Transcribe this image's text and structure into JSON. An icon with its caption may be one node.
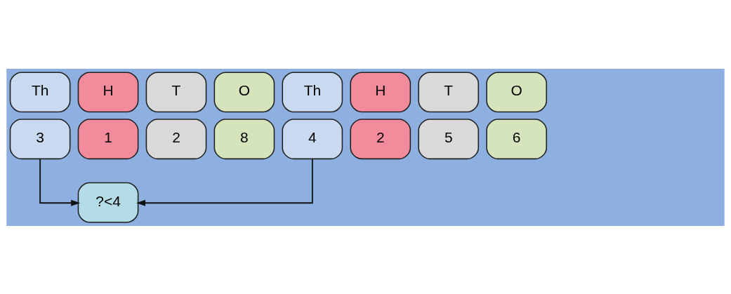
{
  "diagram": {
    "nodes": [
      {
        "text": [
          "Th"
        ]
      },
      {
        "text": [
          "H"
        ]
      },
      {
        "text": [
          "T"
        ]
      },
      {
        "text": [
          "O"
        ]
      },
      {
        "text": [
          "3"
        ]
      },
      {
        "text": [
          "1"
        ]
      },
      {
        "text": [
          "2"
        ]
      },
      {
        "text": [
          "8"
        ]
      },
      {
        "text": [
          "Th"
        ]
      },
      {
        "text": [
          "H"
        ]
      },
      {
        "text": [
          "T"
        ]
      },
      {
        "text": [
          "O"
        ]
      },
      {
        "text": [
          "4"
        ]
      },
      {
        "text": [
          "2"
        ]
      },
      {
        "text": [
          "5"
        ]
      },
      {
        "text": [
          "6"
        ]
      },
      {
        "text": [
          "?<4"
        ]
      }
    ],
    "edges": [
      {
        "from": 4,
        "to": 16,
        "arrow": "to"
      },
      {
        "from": 12,
        "to": 16,
        "arrow": "to"
      }
    ]
  }
}
